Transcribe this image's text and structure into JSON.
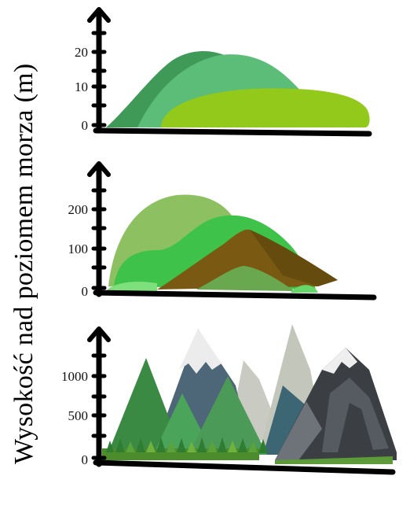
{
  "y_axis_label": "Wysokość nad poziomem morza (m)",
  "panels": [
    {
      "id": "hills",
      "ticks": [
        "0",
        "10",
        "20"
      ]
    },
    {
      "id": "high-hills",
      "ticks": [
        "0",
        "100",
        "200"
      ]
    },
    {
      "id": "mountains",
      "ticks": [
        "0",
        "500",
        "1000"
      ]
    }
  ],
  "colors": {
    "axis": "#000000",
    "hill_dark": "#3f9a58",
    "hill_mid": "#5bbd77",
    "hill_light": "#93c91a",
    "forest": "#3e8f3e",
    "rock": "#7a5a12",
    "snow": "#e8e8e8",
    "slate": "#4a6275"
  }
}
